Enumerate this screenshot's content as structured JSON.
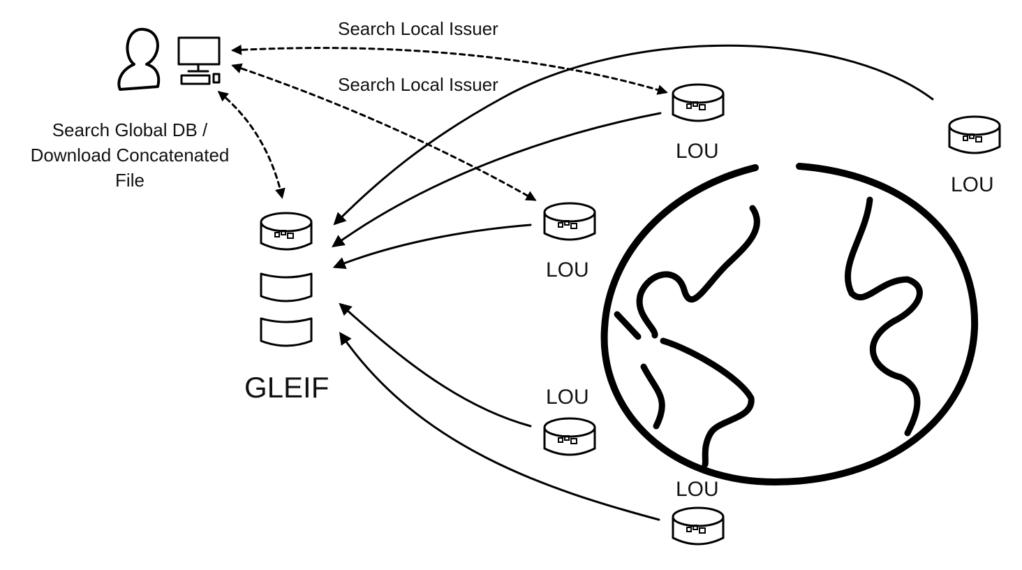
{
  "edge_labels": {
    "search_local_issuer_1": "Search Local Issuer",
    "search_local_issuer_2": "Search Local Issuer",
    "search_global_line1": "Search Global DB /",
    "search_global_line2": "Download Concatenated",
    "search_global_line3": "File"
  },
  "nodes": {
    "gleif": "GLEIF",
    "lou_top": "LOU",
    "lou_far_right": "LOU",
    "lou_middle": "LOU",
    "lou_lower": "LOU",
    "lou_bottom": "LOU"
  },
  "icons": {
    "user": "person-icon",
    "computer": "computer-icon",
    "database": "database-icon",
    "globe": "globe-icon"
  },
  "colors": {
    "stroke": "#000000",
    "background": "#ffffff"
  }
}
